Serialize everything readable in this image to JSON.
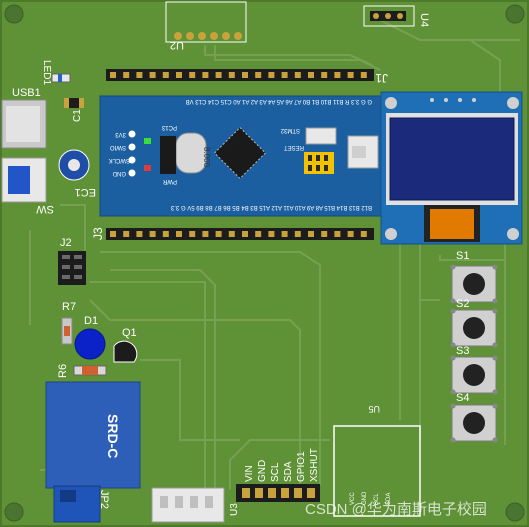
{
  "colors": {
    "board": "#5f9136",
    "board_edge": "#4d7a2a",
    "trace": "#7aa656",
    "silk": "#ffffff",
    "mcu_board": "#1b5fa0",
    "oled_frame": "#1f6fb6",
    "oled_screen": "#1b2a7a",
    "relay": "#2d5fb8",
    "header": "#1c1c1c",
    "pad": "#c8a23a"
  },
  "labels": {
    "led1": "LED1",
    "usb1": "USB1",
    "c1": "C1",
    "ec1": "EC1",
    "sw": "SW",
    "j1": "J1",
    "j2": "J2",
    "j3": "J3",
    "u2": "U2",
    "u3": "U3",
    "u4": "U4",
    "u5": "U5",
    "r6": "R6",
    "r7": "R7",
    "d1": "D1",
    "q1": "Q1",
    "s1": "S1",
    "s2": "S2",
    "s3": "S3",
    "s4": "S4",
    "jp2": "JP2",
    "relay": "SRD-C",
    "mcu_chip": "STM32",
    "mcu_crystal": "8.000",
    "mcu_reset": "RESET",
    "mcu_pc13": "PC13",
    "mcu_pwr": "PWR",
    "mcu_3v3": "3V3",
    "mcu_gnd": "GND",
    "mcu_swclk": "SWCLK",
    "mcu_swio": "SWIO",
    "mcu_top_pins": "G G 3.3 R B11 B10 B1 B0 A7 A6 A5 A4 A3 A2 A1 A0 C15 C14 C13 VB",
    "mcu_bottom_pins": "B12 B13 B14 B15 A8 A9 A10 A11 A12 A15 B3 B4 B5 B6 B7 B8 B9 5V G 3.3",
    "u5_pins": [
      "VCC",
      "GND",
      "SCL",
      "SDA"
    ],
    "u3_pins": [
      "VIN",
      "GND",
      "SCL",
      "SDA",
      "GPIO1",
      "XSHUT"
    ],
    "watermark": "CSDN @华为南斯电子校园"
  }
}
